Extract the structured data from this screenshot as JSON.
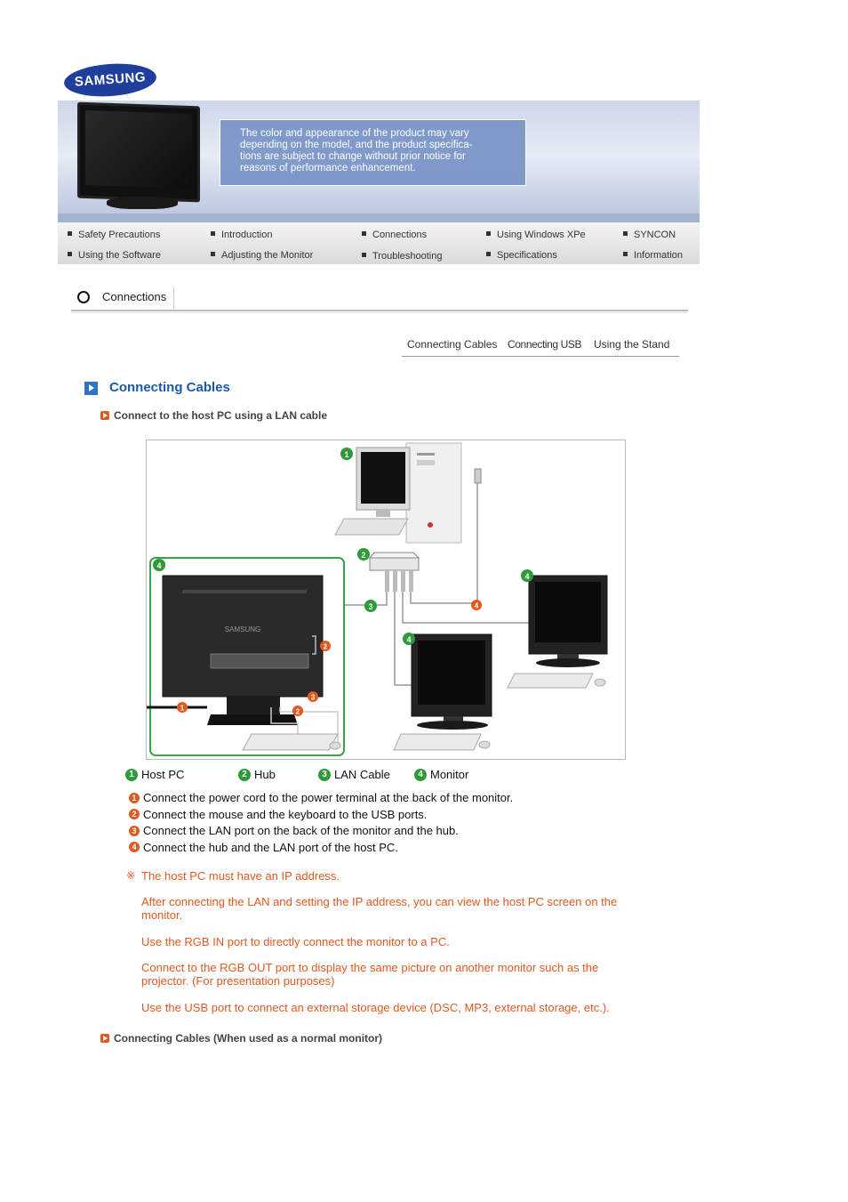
{
  "brand": {
    "logo_text": "SAMSUNG"
  },
  "banner": {
    "notice_lines": [
      "The color and appearance of the product may vary",
      "depending on the model, and the product specifica-",
      "tions are subject to change without prior notice for",
      "reasons of performance enhancement."
    ]
  },
  "nav": {
    "row1": [
      "Safety Precautions",
      "Introduction",
      "Connections",
      "Using Windows XPe",
      "SYNCON"
    ],
    "row2": [
      "Using the Software",
      "Adjusting the Monitor",
      "Troubleshooting",
      "Specifications",
      "Information"
    ]
  },
  "section": {
    "title": "Connections"
  },
  "subnav": [
    "Connecting Cables",
    "Connecting USB",
    "Using the Stand"
  ],
  "heading": "Connecting Cables",
  "subheading1": "Connect to the host PC using a LAN cable",
  "subheading2": "Connecting Cables (When used as a normal monitor)",
  "diagram": {
    "monitor_brand": "SAMSUNG",
    "badges_green": [
      "1",
      "2",
      "3",
      "4"
    ],
    "badges_orange": [
      "1",
      "2",
      "3",
      "4"
    ]
  },
  "legend": [
    {
      "num": "1",
      "label": "Host PC"
    },
    {
      "num": "2",
      "label": "Hub"
    },
    {
      "num": "3",
      "label": "LAN Cable"
    },
    {
      "num": "4",
      "label": "Monitor"
    }
  ],
  "steps": [
    {
      "num": "1",
      "text": "Connect the power cord to the power terminal at the back of the monitor."
    },
    {
      "num": "2",
      "text": "Connect the mouse and the keyboard to the USB ports."
    },
    {
      "num": "3",
      "text": "Connect the LAN port on the back of the monitor and the hub."
    },
    {
      "num": "4",
      "text": "Connect the hub and the LAN port of the host PC."
    }
  ],
  "note_mark": "※",
  "notes": [
    "The host PC must have an IP address.",
    "After connecting the LAN and setting the IP address, you can view the host PC screen on the monitor.",
    "Use the RGB IN port to directly connect the monitor to a PC.",
    "Connect to the RGB OUT port to display the same picture on another monitor such as the projector. (For presentation purposes)",
    "Use the USB port to connect an external storage device (DSC, MP3, external storage, etc.)."
  ],
  "colors": {
    "accent_blue": "#1a5aa8",
    "accent_orange": "#e05a1f",
    "badge_green": "#2e9a3a"
  },
  "icons": [
    "samsung-logo",
    "circle-bullet-icon",
    "blue-arrow-icon",
    "orange-arrow-icon",
    "reference-mark-icon"
  ]
}
